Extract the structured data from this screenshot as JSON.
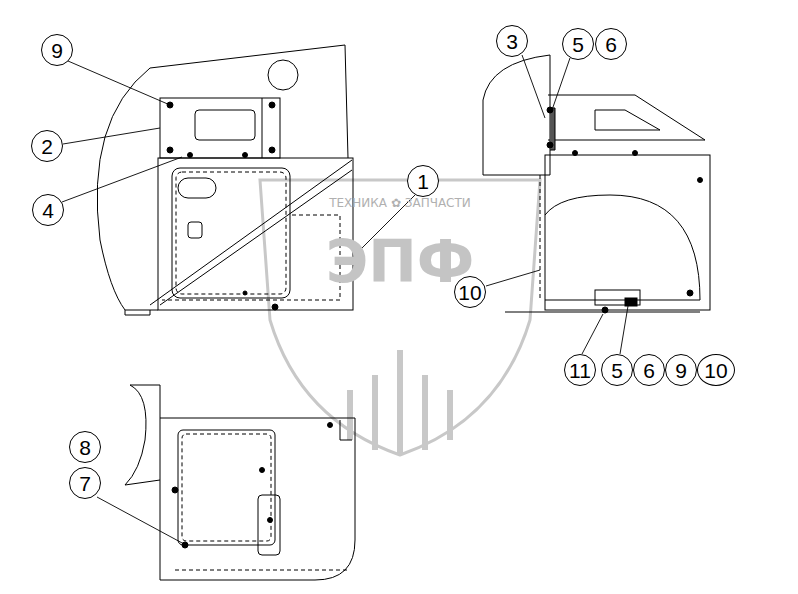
{
  "diagram": {
    "labels": [
      "9",
      "2",
      "4",
      "1",
      "3",
      "5",
      "6",
      "10",
      "11",
      "5",
      "6",
      "9",
      "10",
      "8",
      "7",
      "ТЕХНИКА ✿ ЗАПЧАСТИ",
      "ЭПФ"
    ]
  }
}
